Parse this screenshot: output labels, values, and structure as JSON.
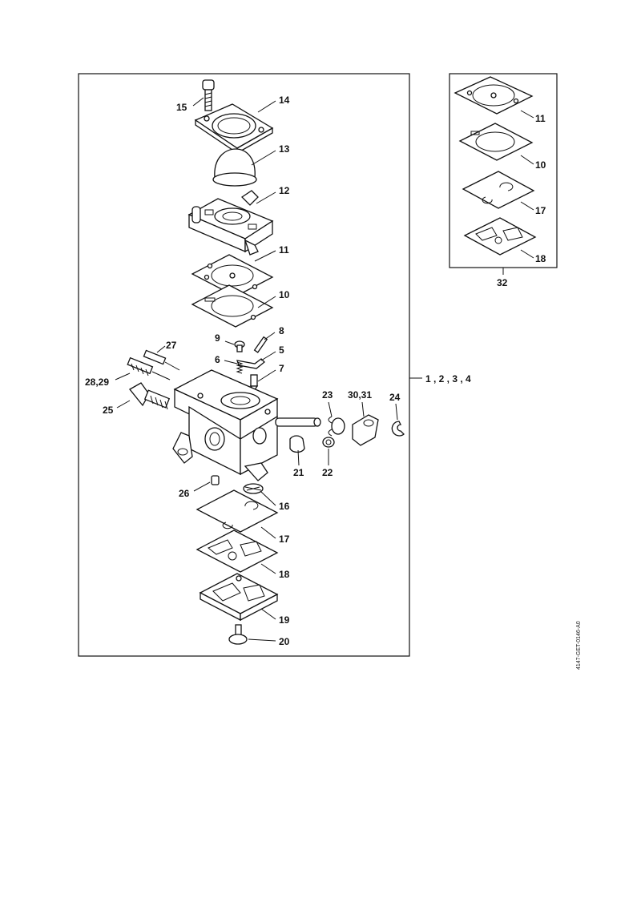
{
  "diagram": {
    "main_group_label": "1 , 2 , 3 , 4",
    "kit_label": "32",
    "drawing_code": "4147-GET-0146-A0",
    "callouts": {
      "p15": "15",
      "p14": "14",
      "p13": "13",
      "p12": "12",
      "p11": "11",
      "p10": "10",
      "p9": "9",
      "p8": "8",
      "p27": "27",
      "p5": "5",
      "p6": "6",
      "p7": "7",
      "p28_29": "28,29",
      "p25": "25",
      "p23": "23",
      "p30_31": "30,31",
      "p24": "24",
      "p21": "21",
      "p22": "22",
      "p26": "26",
      "p16": "16",
      "p17": "17",
      "p18": "18",
      "p19": "19",
      "p20": "20"
    },
    "kit_callouts": {
      "k11": "11",
      "k10": "10",
      "k17": "17",
      "k18": "18"
    }
  }
}
